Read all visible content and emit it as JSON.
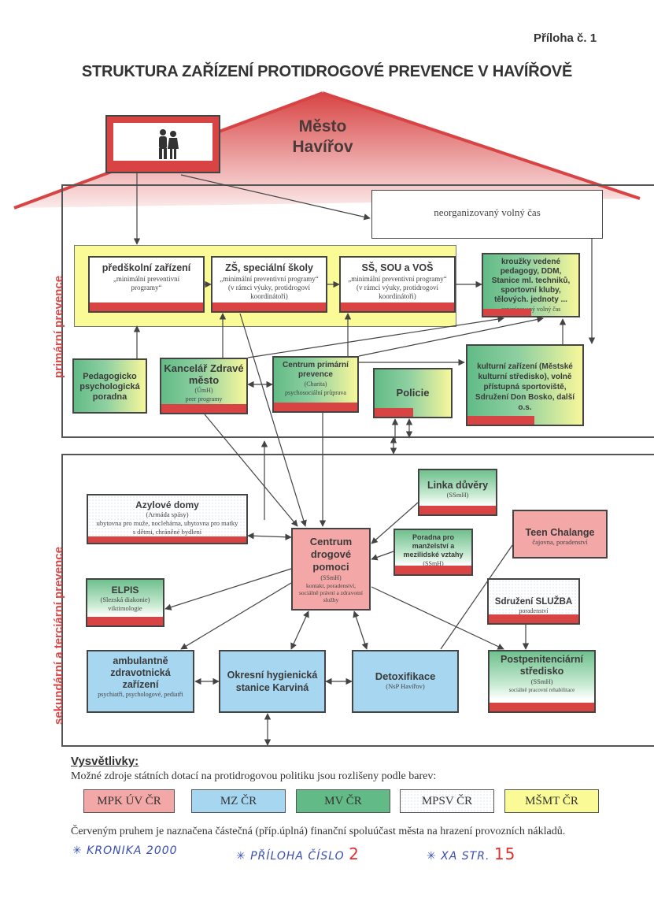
{
  "annex_label": "Příloha č. 1",
  "title": "STRUKTURA ZAŘÍZENÍ PROTIDROGOVÉ PREVENCE V HAVÍŘOVĚ",
  "city": {
    "line1": "Město",
    "line2": "Havířov"
  },
  "sections": {
    "primary": "primární prevence",
    "secondary": "sekundární a terciární prevence"
  },
  "nodes": {
    "unorganized": {
      "title": "neorganizovaný volný čas"
    },
    "preschool": {
      "title": "předškolní zařízení",
      "sub": "„minimální preventivní programy“"
    },
    "zs": {
      "title": "ZŠ, speciální školy",
      "sub": "„minimální preventivní programy“ (v rámci výuky, protidrogoví koordinátoři)"
    },
    "ss": {
      "title": "SŠ, SOU a VOŠ",
      "sub": "„minimální preventivní programy“ (v rámci výuky, protidrogoví koordinátoři)"
    },
    "clubs": {
      "title": "kroužky vedené pedagogy, DDM, Stanice ml. techniků, sportovní kluby, tělových. jednoty ...",
      "sub": "organizovaný volný čas"
    },
    "ppp": {
      "title": "Pedagogicko psychologická poradna"
    },
    "healthy_city": {
      "title": "Kancelář Zdravé město",
      "sub1": "(ÚmH)",
      "sub2": "peer programy"
    },
    "primary_center": {
      "title": "Centrum primární prevence",
      "sub1": "(Charita)",
      "sub2": "psychosociální průprava"
    },
    "police": {
      "title": "Policie"
    },
    "culture": {
      "title": "kulturní zařízení (Městské kulturní středisko), volně přístupná sportoviště, Sdružení Don Bosko, další o.s."
    },
    "asylum": {
      "title": "Azylové domy",
      "sub1": "(Armáda spásy)",
      "sub2": "ubytovna pro muže, noclehárna, ubytovna pro matky s dětmi, chráněné bydlení"
    },
    "hotline": {
      "title": "Linka důvěry",
      "sub": "(SSmH)"
    },
    "drug_center": {
      "title": "Centrum drogové pomoci",
      "sub1": "(SSmH)",
      "sub2": "kontakt, poradenství, sociálně právní a zdravotní služby"
    },
    "marriage": {
      "title": "Poradna pro manželství a mezilidské vztahy",
      "sub": "(SSmH)"
    },
    "teen": {
      "title": "Teen Chalange",
      "sub": "čajovna, poradenství"
    },
    "elpis": {
      "title": "ELPIS",
      "sub1": "(Slezská diakonie)",
      "sub2": "viktimologie"
    },
    "sluzba": {
      "title": "Sdružení SLUŽBA",
      "sub": "poradenství"
    },
    "ambulant": {
      "title": "ambulantně zdravotnická zařízení",
      "sub": "psychiatři, psychologové, pediatři"
    },
    "hygiene": {
      "title": "Okresní hygienická stanice Karviná"
    },
    "detox": {
      "title": "Detoxifikace",
      "sub": "(NsP Havířov)"
    },
    "postpen": {
      "title": "Postpenitenciární středisko",
      "sub1": "(SSmH)",
      "sub2": "sociálně pracovní rehabilitace"
    }
  },
  "legend": {
    "title": "Vysvětlivky:",
    "description": "Možné zdroje státních dotací na protidrogovou politiku jsou rozlišeny podle barev:",
    "items": [
      {
        "label": "MPK ÚV ČR",
        "color": "#f4a7a7"
      },
      {
        "label": "MZ ČR",
        "color": "#a7d6f1"
      },
      {
        "label": "MV ČR",
        "color": "#62bb86"
      },
      {
        "label": "MPSV ČR",
        "color": "#ffffff"
      },
      {
        "label": "MŠMT ČR",
        "color": "#fafa96"
      }
    ],
    "note": "Červeným pruhem je naznačena částečná (příp.úplná) finanční spoluúčast města na hrazení provozních nákladů."
  },
  "handwritten": [
    {
      "text": "✳ KRONIKA 2000",
      "color": "#3a4fb0"
    },
    {
      "text": "✳ PŘÍLOHA ČÍSLO",
      "color": "#3a4fb0",
      "num": "2",
      "num_color": "#e03030"
    },
    {
      "text": "✳ XA STR.",
      "color": "#3a4fb0",
      "num": "15",
      "num_color": "#e03030"
    }
  ],
  "colors": {
    "roof": "#d84444",
    "accent_red": "#d84444",
    "side_label": "#d84a4a"
  }
}
